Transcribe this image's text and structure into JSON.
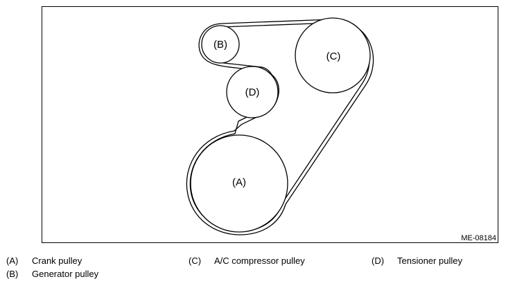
{
  "diagram": {
    "reference_code": "ME-08184",
    "pulleys": [
      {
        "id": "A",
        "label": "(A)"
      },
      {
        "id": "B",
        "label": "(B)"
      },
      {
        "id": "C",
        "label": "(C)"
      },
      {
        "id": "D",
        "label": "(D)"
      }
    ]
  },
  "legend": {
    "items": [
      {
        "key": "(A)",
        "text": "Crank pulley"
      },
      {
        "key": "(C)",
        "text": "A/C compressor pulley"
      },
      {
        "key": "(D)",
        "text": "Tensioner pulley"
      },
      {
        "key": "(B)",
        "text": "Generator pulley"
      }
    ]
  },
  "colors": {
    "line": "#000000",
    "background": "#ffffff"
  }
}
